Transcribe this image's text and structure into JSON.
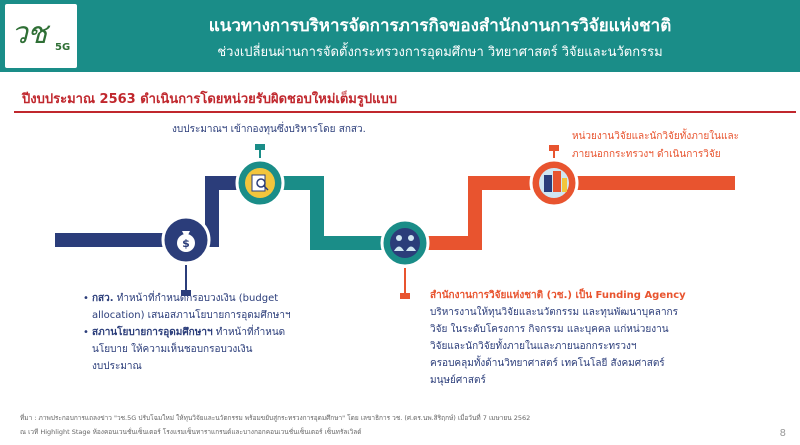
{
  "logo": {
    "text": "วช",
    "badge": "5G"
  },
  "header": {
    "title": "แนวทางการบริหารจัดการภารกิจของสำนักงานการวิจัยแห่งชาติ",
    "subtitle": "ช่วงเปลี่ยนผ่านการจัดตั้งกระทรวงการอุดมศึกษา วิทยาศาสตร์ วิจัยและนวัตกรรม"
  },
  "heading": "ปีงบประมาณ 2563 ดำเนินการโดยหน่วยรับผิดชอบใหม่เต็มรูปแบบ",
  "annotations": {
    "top_left": "งบประมาณฯ เข้ากองทุนซึ่งบริหารโดย สกสว.",
    "top_right_1": "หน่วยงานวิจัยและนักวิจัยทั้งภายในและ",
    "top_right_2": "ภายนอกกระทรวงฯ ดำเนินการวิจัย"
  },
  "left_block": {
    "item1_bold": "กสว.",
    "item1_line1": " ทำหน้าที่กำหนดกรอบวงเงิน (budget",
    "item1_line2": "allocation) เสนอสภานโยบายการอุดมศึกษาฯ",
    "item2_bold": "สภานโยบายการอุดมศึกษาฯ",
    "item2_line1": " ทำหน้าที่กำหนด",
    "item2_line2": "นโยบาย ให้ความเห็นชอบกรอบวงเงิน",
    "item2_line3": "งบประมาณ"
  },
  "right_block": {
    "title": "สำนักงานการวิจัยแห่งชาติ (วช.) เป็น Funding Agency",
    "line1": "บริหารงานให้ทุนวิจัยและนวัตกรรม และทุนพัฒนาบุคลากร",
    "line2": "วิจัย ในระดับโครงการ กิจกรรม และบุคคล แก่หน่วยงาน",
    "line3": "วิจัยและนักวิจัยทั้งภายในและภายนอกกระทรวงฯ",
    "line4": "ครอบคลุมทั้งด้านวิทยาศาสตร์ เทคโนโลยี สังคมศาสตร์",
    "line5": "มนุษย์ศาสตร์"
  },
  "footer": {
    "line1": "ที่มา : ภาพประกอบการแถลงข่าว \"วช.5G ปรับโฉมใหม่ ให้ทุนวิจัยและนวัตกรรม พร้อมขยับสู่กระทรวงการอุดมศึกษา\" โดย เลขาธิการ วช. (ศ.ดร.นพ.สิริฤกษ์) เมื่อวันที่ 7 เมษายน 2562",
    "line2": "ณ เวที Highlight Stage ห้องคอนเวนชั่นเซ็นเตอร์ โรงแรมเซ็นทาราแกรนด์และบางกอกคอนเวนชั่นเซ็นเตอร์ เซ็นทรัลเวิลด์",
    "page": "8"
  },
  "icons": {
    "node1": "money-bag-icon",
    "node2": "document-search-icon",
    "node3": "people-icon",
    "node4": "building-icon"
  },
  "colors": {
    "header": "#1a8d88",
    "navy": "#2b3d7a",
    "teal": "#1a8d88",
    "orange": "#e8542f",
    "red": "#c0272d"
  }
}
